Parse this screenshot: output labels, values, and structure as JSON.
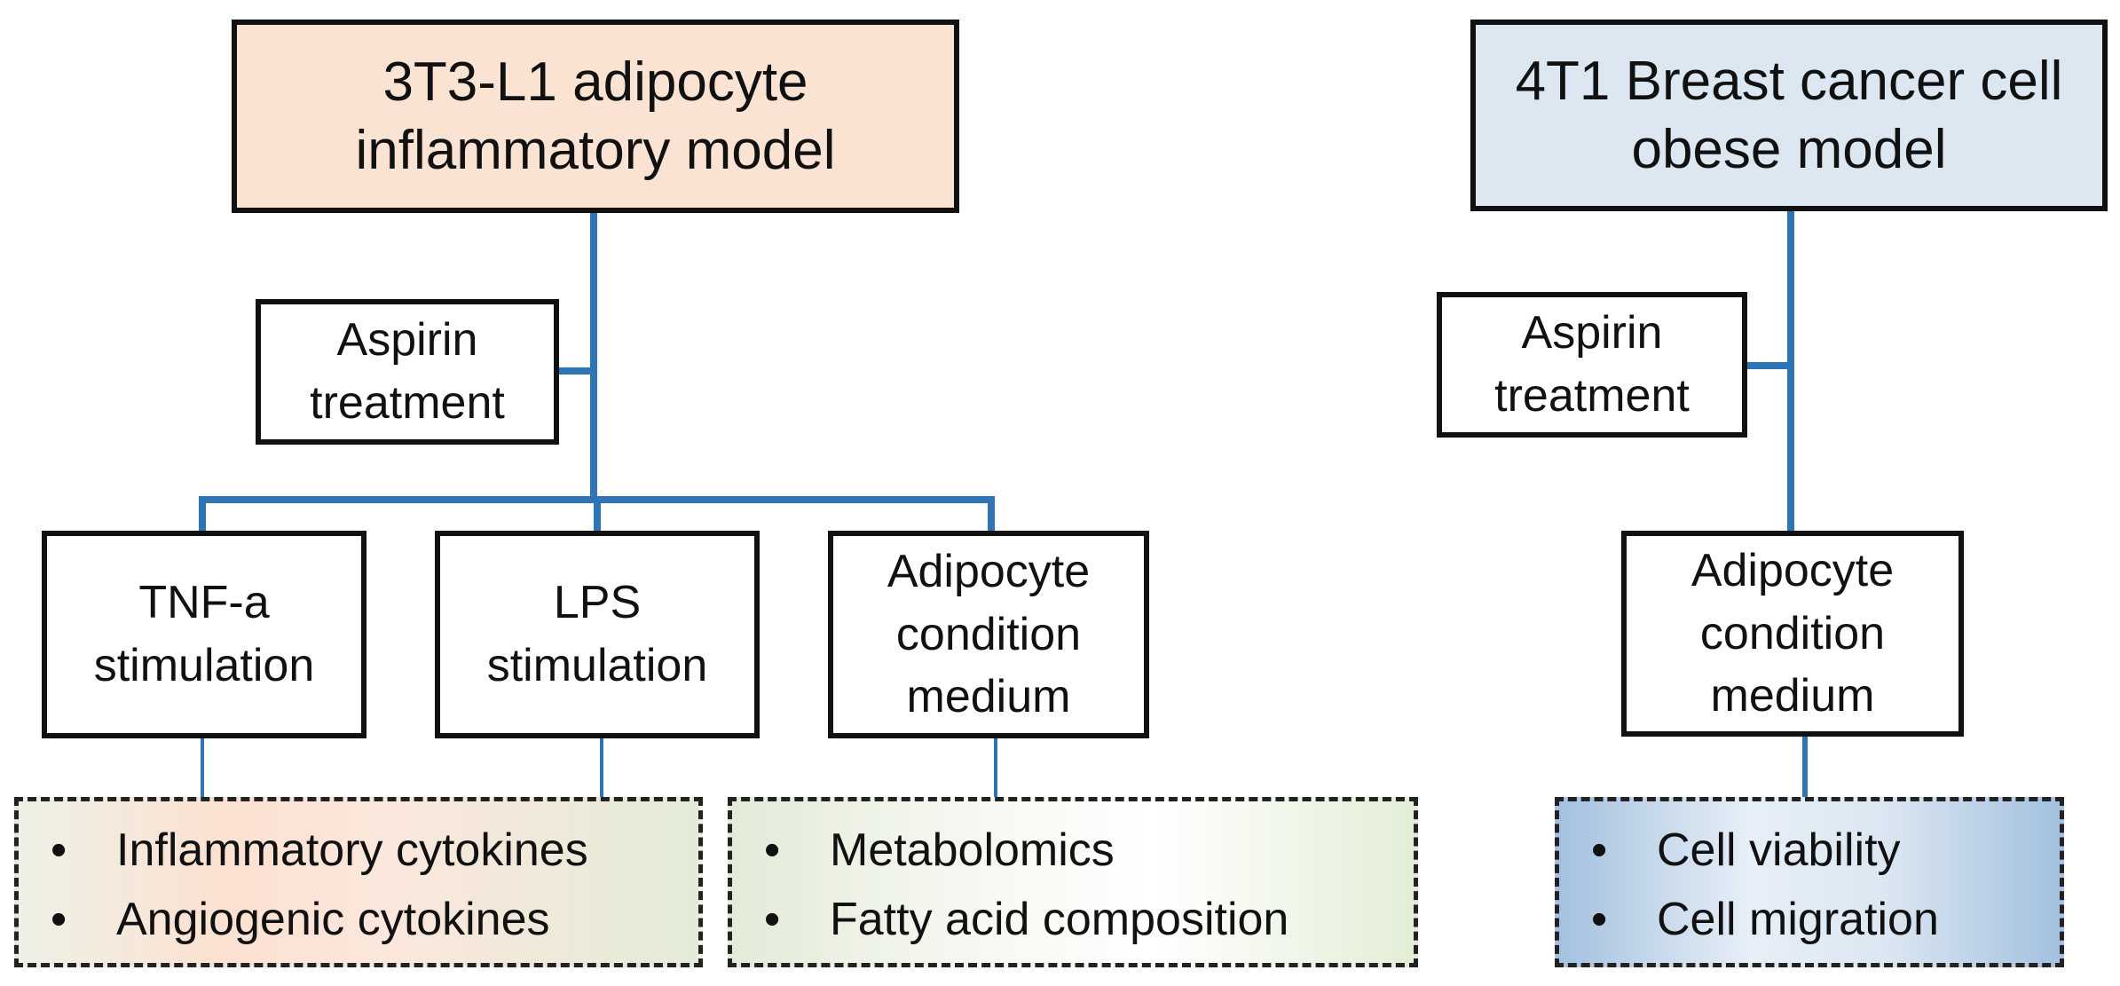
{
  "left": {
    "title": "3T3-L1 adipocyte\ninflammatory model",
    "treatment": "Aspirin\ntreatment",
    "stimulations": [
      "TNF-a\nstimulation",
      "LPS\nstimulation",
      "Adipocyte\ncondition\nmedium"
    ],
    "results_a": [
      "Inflammatory cytokines",
      "Angiogenic cytokines"
    ],
    "results_b": [
      "Metabolomics",
      "Fatty acid composition"
    ]
  },
  "right": {
    "title": "4T1 Breast cancer cell\nobese model",
    "treatment": "Aspirin\ntreatment",
    "medium": "Adipocyte\ncondition\nmedium",
    "results": [
      "Cell viability",
      "Cell migration"
    ]
  },
  "bullet": "•",
  "colors": {
    "connector": "#2e75b6",
    "left_title_fill": "#fbe3d4",
    "right_title_fill": "#dce7f1"
  }
}
